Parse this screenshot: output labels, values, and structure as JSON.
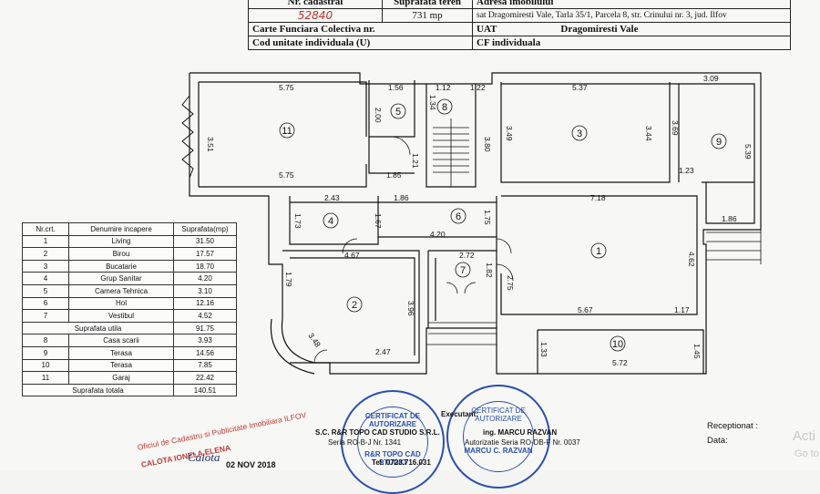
{
  "header": {
    "nr_cadastral_label": "Nr. cadastral",
    "suprafata_teren_label": "Suprafata teren",
    "adresa_label": "Adresa imobilului",
    "nr_cadastral_value": "52840",
    "suprafata_teren_value": "731 mp",
    "adresa_value": "sat Dragomiresti Vale, Tarla 35/1, Parcela 8, str. Crinului nr. 3, jud. Ilfov",
    "carte_funciara_label": "Carte Funciara Colectiva nr.",
    "uat_label": "UAT",
    "uat_value": "Dragomiresti Vale",
    "cod_unitate_label": "Cod unitate individuala (U)",
    "cf_individuala_label": "CF individuala"
  },
  "rooms_table": {
    "headers": [
      "Nr.crt.",
      "Denumire incapere",
      "Suprafata(mp)"
    ],
    "rows": [
      {
        "nr": "1",
        "name": "Living",
        "area": "31.50"
      },
      {
        "nr": "2",
        "name": "Birou",
        "area": "17.57"
      },
      {
        "nr": "3",
        "name": "Bucatarie",
        "area": "18.70"
      },
      {
        "nr": "4",
        "name": "Grup Sanitar",
        "area": "4.20"
      },
      {
        "nr": "5",
        "name": "Camera Tehnica",
        "area": "3.10"
      },
      {
        "nr": "6",
        "name": "Hol",
        "area": "12.16"
      },
      {
        "nr": "7",
        "name": "Vestibul",
        "area": "4.52"
      }
    ],
    "suprafata_utila_label": "Suprafata utila",
    "suprafata_utila_value": "91.75",
    "rows2": [
      {
        "nr": "8",
        "name": "Casa scarii",
        "area": "3.93"
      },
      {
        "nr": "9",
        "name": "Terasa",
        "area": "14.56"
      },
      {
        "nr": "10",
        "name": "Terasa",
        "area": "7.85"
      },
      {
        "nr": "11",
        "name": "Garaj",
        "area": "22.42"
      }
    ],
    "suprafata_totala_label": "Suprafata totala",
    "suprafata_totala_value": "140.51"
  },
  "plan": {
    "dims": [
      "5.75",
      "1.56",
      "1.12",
      "1.22",
      "5.37",
      "3.09",
      "3.51",
      "2.00",
      "1.34",
      "1.21",
      "3.80",
      "3.49",
      "3.44",
      "3.69",
      "5.39",
      "5.75",
      "1.85",
      "1.23",
      "2.43",
      "1.86",
      "7.18",
      "1.73",
      "1.67",
      "1.75",
      "1.86",
      "4.20",
      "4.67",
      "2.72",
      "1.82",
      "4.62",
      "1.79",
      "3.96",
      "2.75",
      "5.67",
      "1.17",
      "3.48",
      "2.47",
      "1.33",
      "1.45",
      "5.72"
    ],
    "room_numbers": [
      "1",
      "2",
      "3",
      "4",
      "5",
      "6",
      "7",
      "8",
      "9",
      "10",
      "11"
    ]
  },
  "footer": {
    "company": "S.C. R&R TOPO CAD STUDIO S.R.L.",
    "autorizatie": "Seria RO-B-J Nr. 1341",
    "executant_label": "Executant:",
    "engineer": "ing. MARCU RAZVAN",
    "autorizatie2": "Autorizatie Seria RO-DB-F Nr. 0037",
    "tel": "Tel: 0723.716.031",
    "receptionat_label": "Receptionat :",
    "data_label": "Data:",
    "stamp1_text": "CERTIFICAT DE AUTORIZARE",
    "stamp1_company": "R&R TOPO CAD STUDIO",
    "stamp2_text": "CERTIFICAT DE AUTORIZARE",
    "stamp2_name": "MARCU C. RAZVAN",
    "red_stamp_line1": "Oficiul de Cadastru si Publicitate Imobiliara ILFOV",
    "red_stamp_line2": "CALOTA IONELA ELENA",
    "date_stamp": "02 NOV 2018",
    "watermark_line1": "Acti",
    "watermark_line2": "Go to"
  }
}
